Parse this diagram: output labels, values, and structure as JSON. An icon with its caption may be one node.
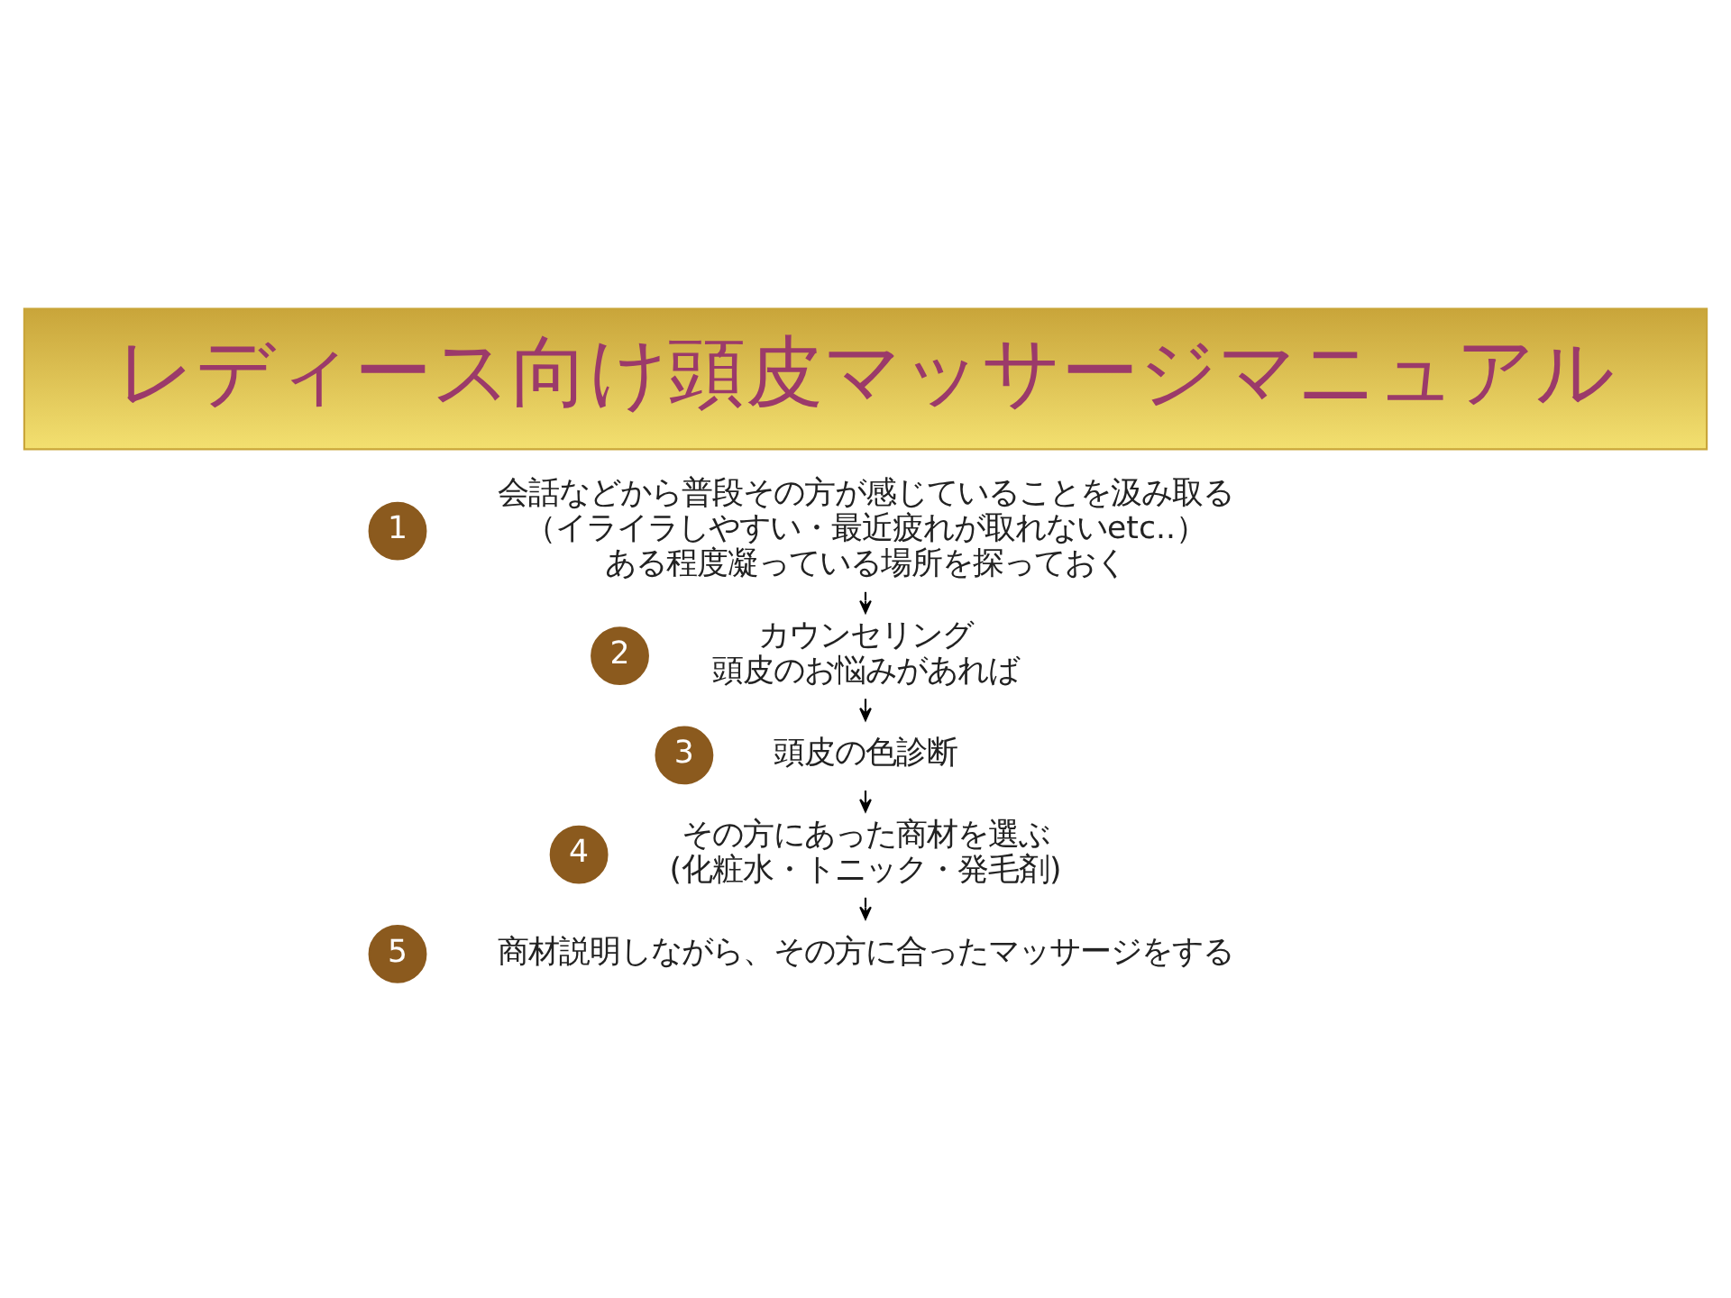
{
  "diagram": {
    "nodes": [
      {
        "text": [
          "レディース向け頭皮マッサージマニュアル"
        ]
      },
      {
        "text": [
          "1"
        ]
      },
      {
        "text": [
          "会話などから普段その方が感じていることを汲み取る",
          "（イライラしやすい・最近疲れが取れないetc..）",
          "ある程度凝っている場所を探っておく"
        ]
      },
      {
        "text": [
          "2"
        ]
      },
      {
        "text": [
          "カウンセリング",
          "頭皮のお悩みがあれば"
        ]
      },
      {
        "text": [
          "3"
        ]
      },
      {
        "text": [
          "頭皮の色診断"
        ]
      },
      {
        "text": [
          "4"
        ]
      },
      {
        "text": [
          "その方にあった商材を選ぶ",
          "(化粧水・トニック・発毛剤)"
        ]
      },
      {
        "text": [
          "5"
        ]
      },
      {
        "text": [
          "商材説明しながら、その方に合ったマッサージをする"
        ]
      }
    ],
    "edges": [
      {
        "from": 2,
        "to": 4,
        "arrow": "to"
      },
      {
        "from": 4,
        "to": 6,
        "arrow": "to"
      },
      {
        "from": 6,
        "to": 8,
        "arrow": "to"
      },
      {
        "from": 8,
        "to": 10,
        "arrow": "to"
      }
    ]
  }
}
